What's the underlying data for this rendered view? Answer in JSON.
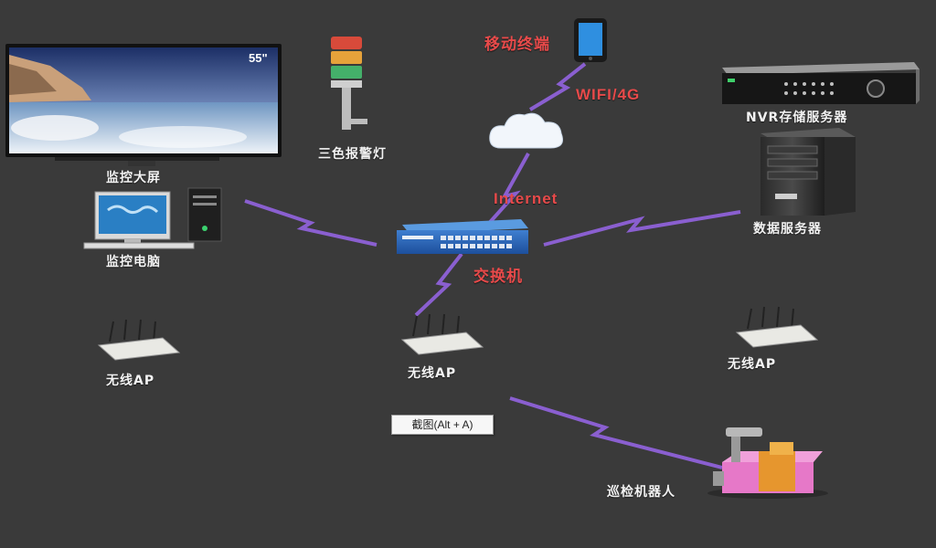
{
  "labels": {
    "monitor_screen": "监控大屏",
    "monitor_pc": "监控电脑",
    "alarm_light": "三色报警灯",
    "mobile_terminal": "移动终端",
    "wifi_4g": "WIFI/4G",
    "internet": "Internet",
    "switch": "交换机",
    "nvr": "NVR存储服务器",
    "data_server": "数据服务器",
    "ap_left": "无线AP",
    "ap_center": "无线AP",
    "ap_right": "无线AP",
    "robot": "巡检机器人",
    "screen_size": "55\""
  },
  "tooltip": "截图(Alt + A)",
  "colors": {
    "background": "#3a3a3a",
    "link": "#8a5fd0",
    "red_text": "#e84a4a",
    "label_text": "#f3f3f3"
  },
  "icons": {
    "screen": "tv-icon",
    "pc": "desktop-computer-icon",
    "alarm": "tower-light-icon",
    "mobile": "tablet-icon",
    "cloud": "cloud-icon",
    "switch": "network-switch-icon",
    "nvr": "nvr-recorder-icon",
    "server": "server-tower-icon",
    "ap": "wireless-ap-icon",
    "robot": "robot-icon"
  }
}
